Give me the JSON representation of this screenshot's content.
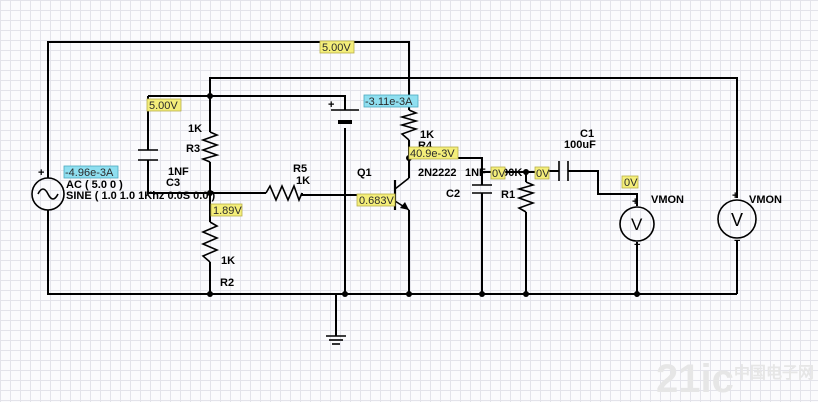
{
  "probes": {
    "v_top": "5.00V",
    "v_c3": "5.00V",
    "i_source": "-4.96e-3A",
    "i_collector": "-3.11e-3A",
    "v_collector": "40.9e-3V",
    "v_base_div": "1.89V",
    "v_base": "0.683V",
    "v_c2": "0V",
    "v_out": "0V"
  },
  "components": {
    "source": {
      "line1": "AC ( 5.0 0 )",
      "line2": "SINE ( 1.0 1.0 1Khz 0.0S 0.0 )"
    },
    "r3": {
      "value": "1K",
      "name": "R3"
    },
    "r2": {
      "value": "1K",
      "name": "R2"
    },
    "r5": {
      "name": "R5",
      "value": "1K"
    },
    "r4": {
      "value": "1K",
      "name": "R4"
    },
    "r1": {
      "value": "100K",
      "name": "R1"
    },
    "c3": {
      "value": "1NF",
      "name": "C3"
    },
    "c2": {
      "value": "1NF",
      "name": "C2"
    },
    "c1": {
      "name": "C1",
      "value": "100uF"
    },
    "q1": {
      "name": "Q1",
      "model": "2N2222"
    },
    "vmon1": {
      "name": "VMON"
    },
    "vmon2": {
      "name": "VMON"
    }
  },
  "signs": {
    "plus": "+",
    "minus": "−"
  },
  "meter_glyph": "V",
  "watermark": {
    "main": "21ic",
    "sub": "中国电子网"
  }
}
